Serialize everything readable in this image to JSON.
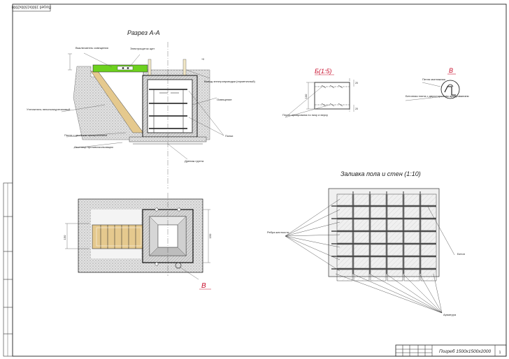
{
  "stamp_top_left": "Погреб 1500х1500х2000",
  "section_aa": {
    "title": "Разрез А-А",
    "labels": {
      "switch": "Выключатель освещения",
      "panel": "Электрощиток щит",
      "vent": "Вывод электропроводки (герметичный)",
      "lighting": "Освещение",
      "insulation": "Утеплитель пенополиуретановый",
      "slab": "Плита с двойным армированием",
      "ladder": "Лестница противоскользящая",
      "shelves": "Полки",
      "drain": "Дренаж грунта"
    }
  },
  "detail_b": {
    "title": "Б(1:5)",
    "label": "Плита армирована по низу и верху",
    "dim1": "100",
    "dim2": "20",
    "dim3": "20"
  },
  "detail_v": {
    "title": "В",
    "label_top": "Петля монтажная",
    "label_bottom": "Бетонная плита с двухсторонним армированием"
  },
  "plan": {
    "label_v": "В",
    "dim_left": "150",
    "dim_right": "150"
  },
  "fill": {
    "title": "Заливка пола и стен (1:10)",
    "label_rebar": "Ребра жесткости",
    "label_concrete": "Бетон",
    "label_armature": "Арматура"
  },
  "title_block": {
    "name": "Погреб 1500х1500х2000",
    "sheet": "1"
  },
  "colors": {
    "accent_red": "#c8102e",
    "lid_green": "#6dd21e",
    "hatch": "#bcbcbc"
  }
}
